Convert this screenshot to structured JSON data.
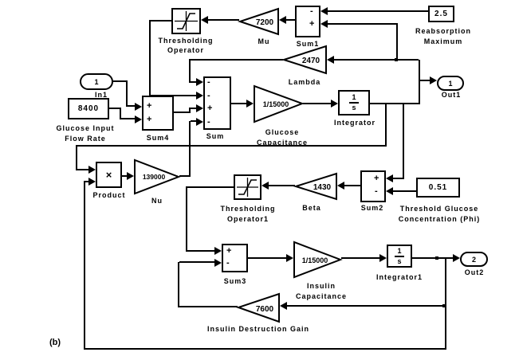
{
  "figure_label": "(b)",
  "blocks": {
    "threshold_op": {
      "label1": "Thresholding",
      "label2": "Operator"
    },
    "mu": {
      "gain": "7200",
      "label": "Mu"
    },
    "sum1": {
      "label": "Sum1",
      "signs": [
        "-",
        "+"
      ]
    },
    "reabsorption": {
      "value": "2.5",
      "label1": "Reabsorption",
      "label2": "Maximum"
    },
    "lambda": {
      "gain": "2470",
      "label": "Lambda"
    },
    "in1": {
      "port": "1",
      "label": "In1"
    },
    "glucose_input": {
      "value": "8400",
      "label1": "Glucose Input",
      "label2": "Flow Rate"
    },
    "sum4": {
      "label": "Sum4",
      "signs": [
        "+",
        "+"
      ]
    },
    "sum": {
      "label": "Sum",
      "signs": [
        "-",
        "-",
        "+",
        "-"
      ]
    },
    "glucose_capacitance": {
      "gain": "1/15000",
      "label1": "Glucose",
      "label2": "Capacitance"
    },
    "integrator": {
      "numerator": "1",
      "denominator": "s",
      "label": "Integrator"
    },
    "out1": {
      "port": "1",
      "label": "Out1"
    },
    "product": {
      "symbol": "×",
      "label": "Product"
    },
    "nu": {
      "gain": "139000",
      "label": "Nu"
    },
    "threshold_op1": {
      "label1": "Thresholding",
      "label2": "Operator1"
    },
    "beta": {
      "gain": "1430",
      "label": "Beta"
    },
    "sum2": {
      "label": "Sum2",
      "signs": [
        "+",
        "-"
      ]
    },
    "threshold_glucose": {
      "value": "0.51",
      "label1": "Threshold Glucose",
      "label2": "Concentration (Phi)"
    },
    "sum3": {
      "label": "Sum3",
      "signs": [
        "+",
        "-"
      ]
    },
    "insulin_capacitance": {
      "gain": "1/15000",
      "label1": "Insulin",
      "label2": "Capacitance"
    },
    "integrator1": {
      "numerator": "1",
      "denominator": "s",
      "label": "Integrator1"
    },
    "out2": {
      "port": "2",
      "label": "Out2"
    },
    "insulin_destruction": {
      "gain": "7600",
      "label": "Insulin Destruction Gain"
    }
  }
}
